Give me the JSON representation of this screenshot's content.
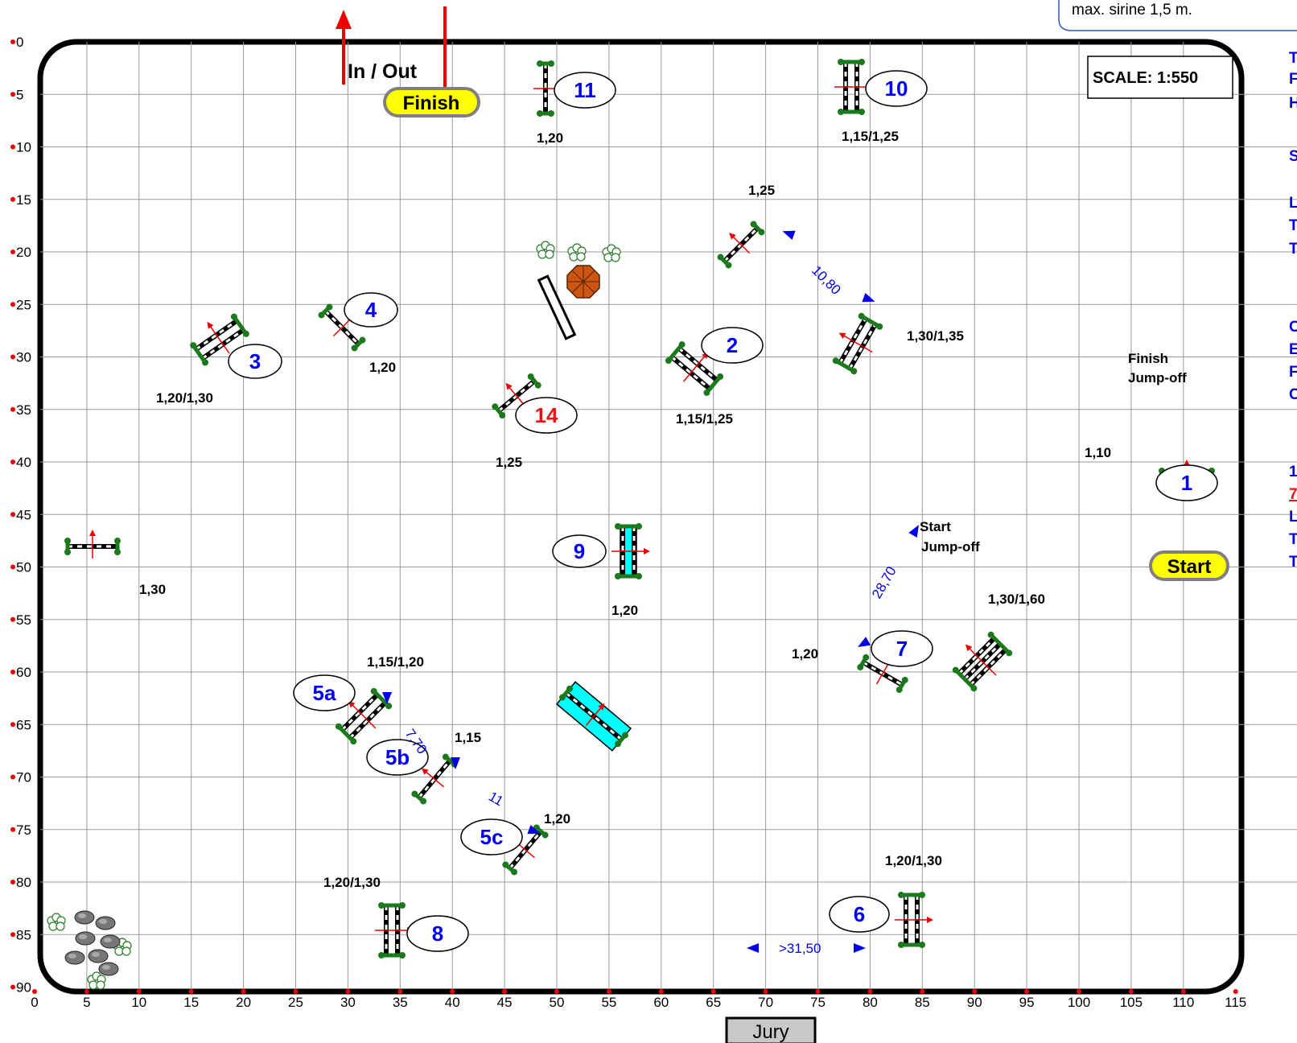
{
  "note": "max. sirine 1,5 m.",
  "scale_label": "SCALE:  1:550",
  "in_out": "In / Out",
  "finish": "Finish",
  "start": "Start",
  "jury": "Jury",
  "finish_jumpoff": [
    "Finish",
    "Jump-off"
  ],
  "start_jumpoff": [
    "Start",
    "Jump-off"
  ],
  "x_ticks": [
    "0",
    "5",
    "10",
    "15",
    "20",
    "25",
    "30",
    "35",
    "40",
    "45",
    "50",
    "55",
    "60",
    "65",
    "70",
    "75",
    "80",
    "85",
    "90",
    "95",
    "100",
    "105",
    "110",
    "115"
  ],
  "y_ticks": [
    "0",
    "5",
    "10",
    "15",
    "20",
    "25",
    "30",
    "35",
    "40",
    "45",
    "50",
    "55",
    "60",
    "65",
    "70",
    "75",
    "80",
    "85",
    "90"
  ],
  "numbers": [
    "11",
    "10",
    "4",
    "3",
    "2",
    "14",
    "1",
    "9",
    "7",
    "5a",
    "5b",
    "5c",
    "8",
    "6"
  ],
  "heights": [
    "1,20",
    "1,15/1,25",
    "1,25",
    "1,30/1,35",
    "1,20",
    "1,20/1,30",
    "1,15/1,25",
    "1,25",
    "1,10",
    "1,30",
    "1,20",
    "1,30/1,60",
    "1,20",
    "1,15/1,20",
    "1,15",
    "1,20",
    "1,20/1,30",
    "1,20/1,30"
  ],
  "distances": [
    "10,80",
    "28,70",
    "7,70",
    "11",
    ">31,50"
  ],
  "side_panel": [
    "T",
    "F",
    "H",
    "S",
    "L",
    "T",
    "T",
    "C",
    "E",
    "F",
    "C",
    "1",
    "7",
    "L",
    "T",
    "T"
  ],
  "colors": {
    "number_blue": "#0000ee",
    "number_red": "#ee1111",
    "badge_yellow": "#ffff00",
    "water_cyan": "#00ffff",
    "arrow_red": "#ee0000"
  }
}
